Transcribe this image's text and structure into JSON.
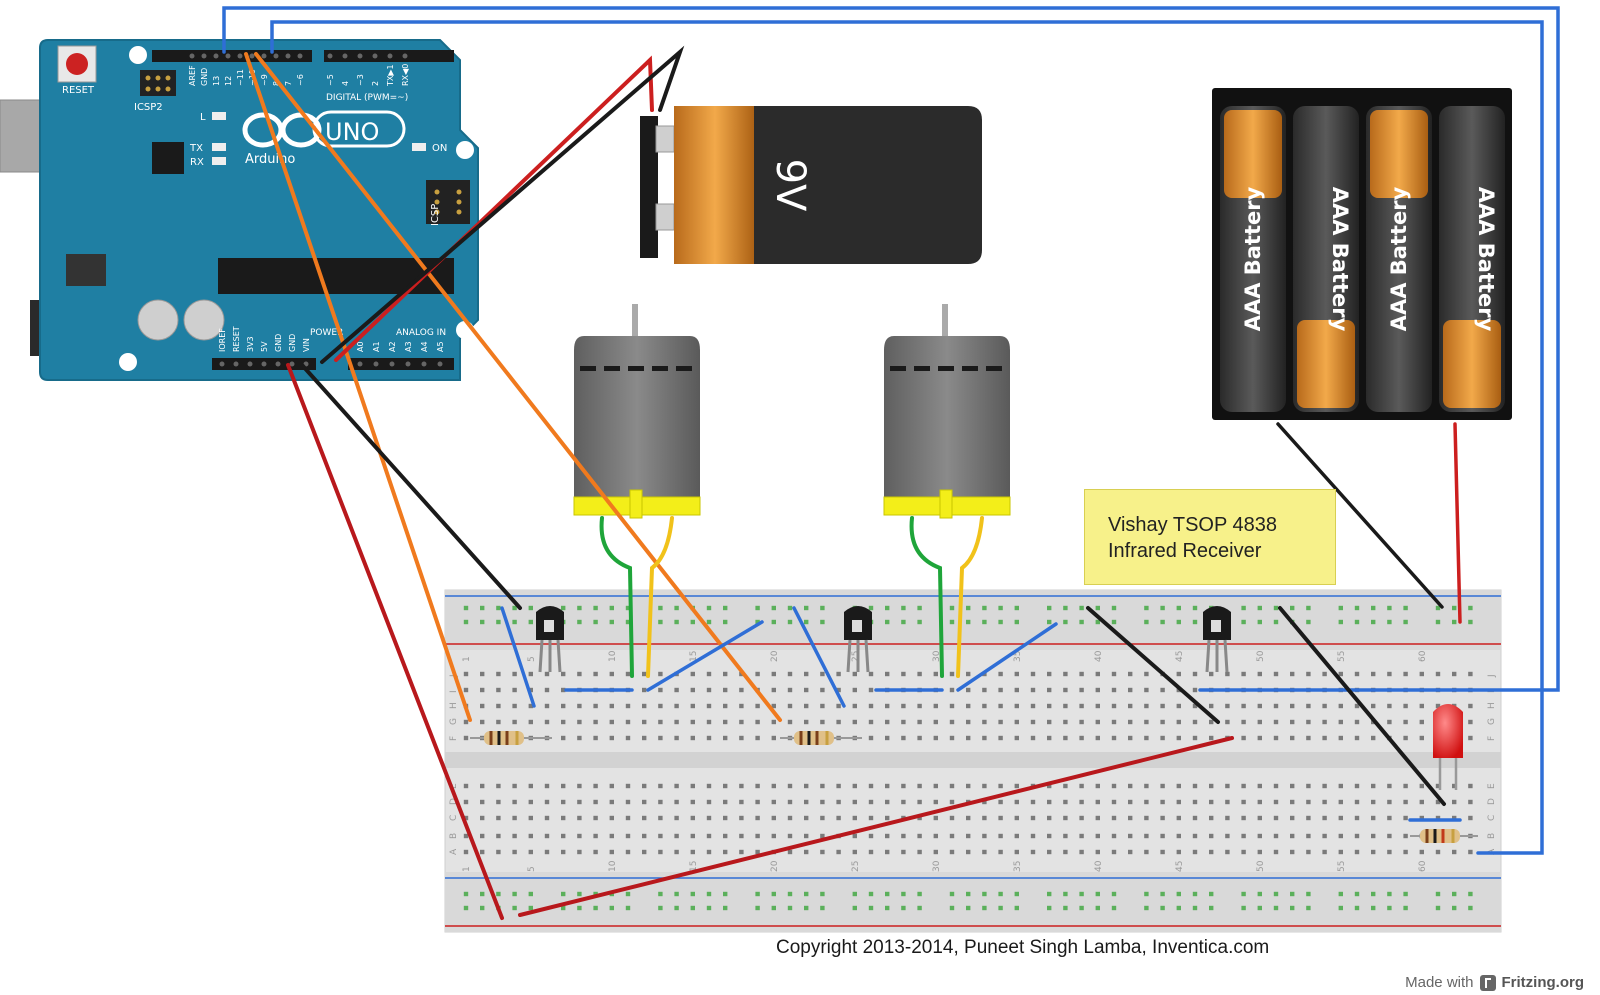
{
  "arduino": {
    "reset_label": "RESET",
    "icsp2_label": "ICSP2",
    "icsp_label": "ICSP",
    "model_label": "UNO",
    "brand_label": "Arduino",
    "digital_label": "DIGITAL (PWM=~)",
    "analog_label": "ANALOG IN",
    "power_label": "POWER",
    "on_label": "ON",
    "tx_label": "TX",
    "rx_label": "RX",
    "l_label": "L",
    "digital_pins": [
      "AREF",
      "GND",
      "13",
      "12",
      "~11",
      "~10",
      "~9",
      "8",
      "7",
      "~6",
      "~5",
      "4",
      "~3",
      "2",
      "TX▶1",
      "RX◀0"
    ],
    "power_pins": [
      "IOREF",
      "RESET",
      "3V3",
      "5V",
      "GND",
      "GND",
      "VIN"
    ],
    "analog_pins": [
      "A0",
      "A1",
      "A2",
      "A3",
      "A4",
      "A5"
    ]
  },
  "battery_9v": {
    "label": "9V"
  },
  "battery_pack": {
    "cell_label": "AAA Battery",
    "cells": 4
  },
  "note": {
    "line1": "Vishay TSOP 4838",
    "line2": "Infrared Receiver"
  },
  "breadboard": {
    "column_numbers": [
      "1",
      "5",
      "10",
      "15",
      "20",
      "25",
      "30",
      "35",
      "40",
      "45",
      "50",
      "55",
      "60"
    ],
    "top_row_letters": [
      "J",
      "I",
      "H",
      "G",
      "F"
    ],
    "bottom_row_letters": [
      "E",
      "D",
      "C",
      "B",
      "A"
    ]
  },
  "footer": {
    "copyright": "Copyright 2013-2014, Puneet Singh Lamba, Inventica.com",
    "made_with": "Made with",
    "brand": "Fritzing.org"
  },
  "colors": {
    "arduino_blue": "#1f7fa3",
    "breadboard": "#e3e3e3",
    "wire_red": "#cc1f1f",
    "wire_black": "#1a1a1a",
    "wire_orange": "#f07a1e",
    "wire_blue": "#2f6ed6",
    "wire_green": "#1fa53a",
    "wire_yellow": "#f1c21a",
    "motor_yellow": "#f3ee19",
    "note_yellow": "#f7f18a"
  }
}
